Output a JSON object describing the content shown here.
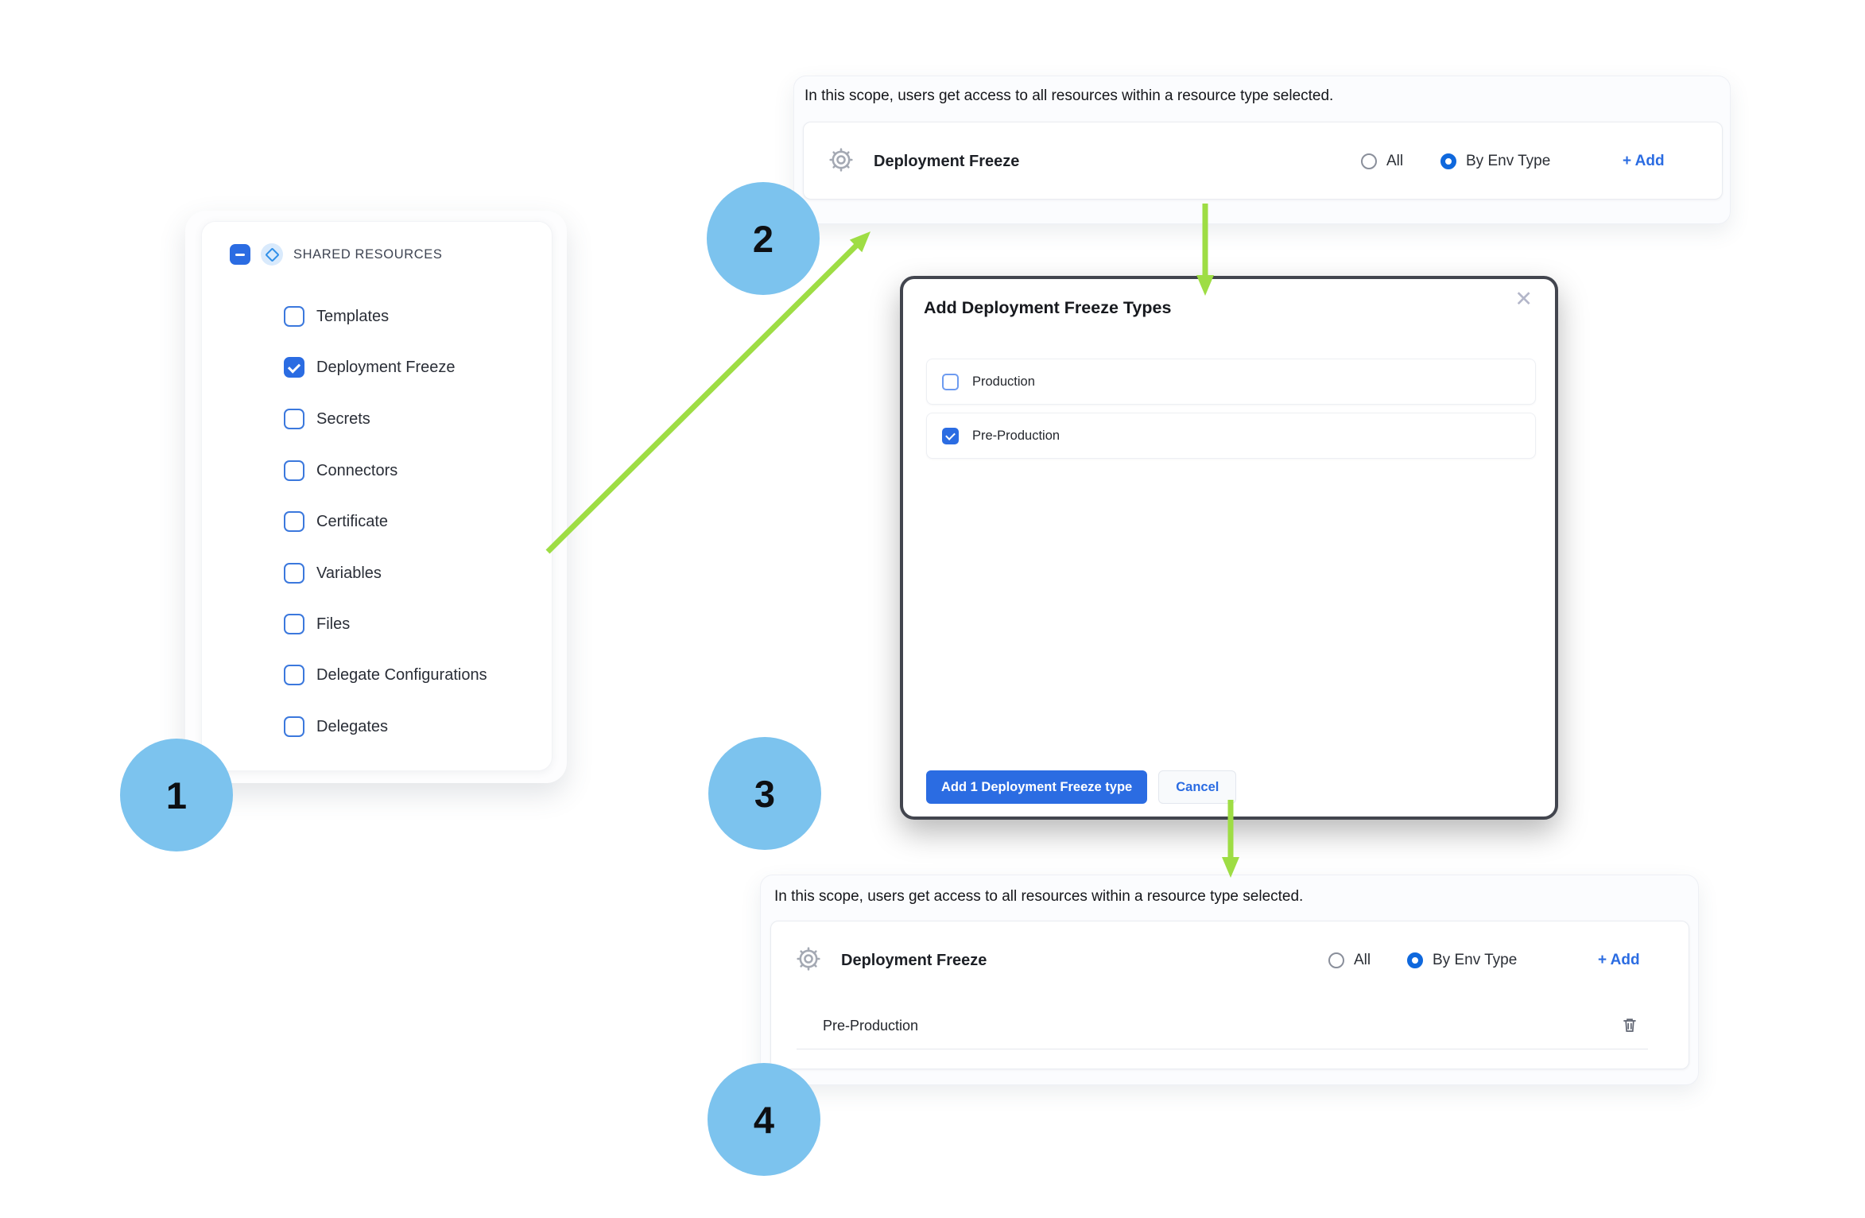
{
  "colors": {
    "accent_blue": "#2b6ce2",
    "radio_selected_blue": "#0f68dd",
    "badge_blue": "#7cc3ee",
    "arrow_green": "#9edd44",
    "modal_border": "#42454e"
  },
  "badges": [
    {
      "label": "1"
    },
    {
      "label": "2"
    },
    {
      "label": "3"
    },
    {
      "label": "4"
    }
  ],
  "shared_panel": {
    "title": "SHARED RESOURCES",
    "items": [
      {
        "label": "Templates",
        "checked": false
      },
      {
        "label": "Deployment Freeze",
        "checked": true
      },
      {
        "label": "Secrets",
        "checked": false
      },
      {
        "label": "Connectors",
        "checked": false
      },
      {
        "label": "Certificate",
        "checked": false
      },
      {
        "label": "Variables",
        "checked": false
      },
      {
        "label": "Files",
        "checked": false
      },
      {
        "label": "Delegate Configurations",
        "checked": false
      },
      {
        "label": "Delegates",
        "checked": false
      }
    ]
  },
  "scope_top": {
    "description": "In this scope, users get access to all resources within a resource type selected.",
    "resource": "Deployment Freeze",
    "radio_all": {
      "label": "All",
      "selected": false
    },
    "radio_env": {
      "label": "By Env Type",
      "selected": true
    },
    "add_label": "+ Add"
  },
  "modal": {
    "title": "Add Deployment Freeze Types",
    "close_glyph": "✕",
    "options": [
      {
        "label": "Production",
        "checked": false
      },
      {
        "label": "Pre-Production",
        "checked": true
      }
    ],
    "confirm_label": "Add 1 Deployment Freeze type",
    "cancel_label": "Cancel"
  },
  "scope_bottom": {
    "description": "In this scope, users get access to all resources within a resource type selected.",
    "resource": "Deployment Freeze",
    "radio_all": {
      "label": "All",
      "selected": false
    },
    "radio_env": {
      "label": "By Env Type",
      "selected": true
    },
    "add_label": "+ Add",
    "selected_types": [
      {
        "label": "Pre-Production"
      }
    ]
  }
}
